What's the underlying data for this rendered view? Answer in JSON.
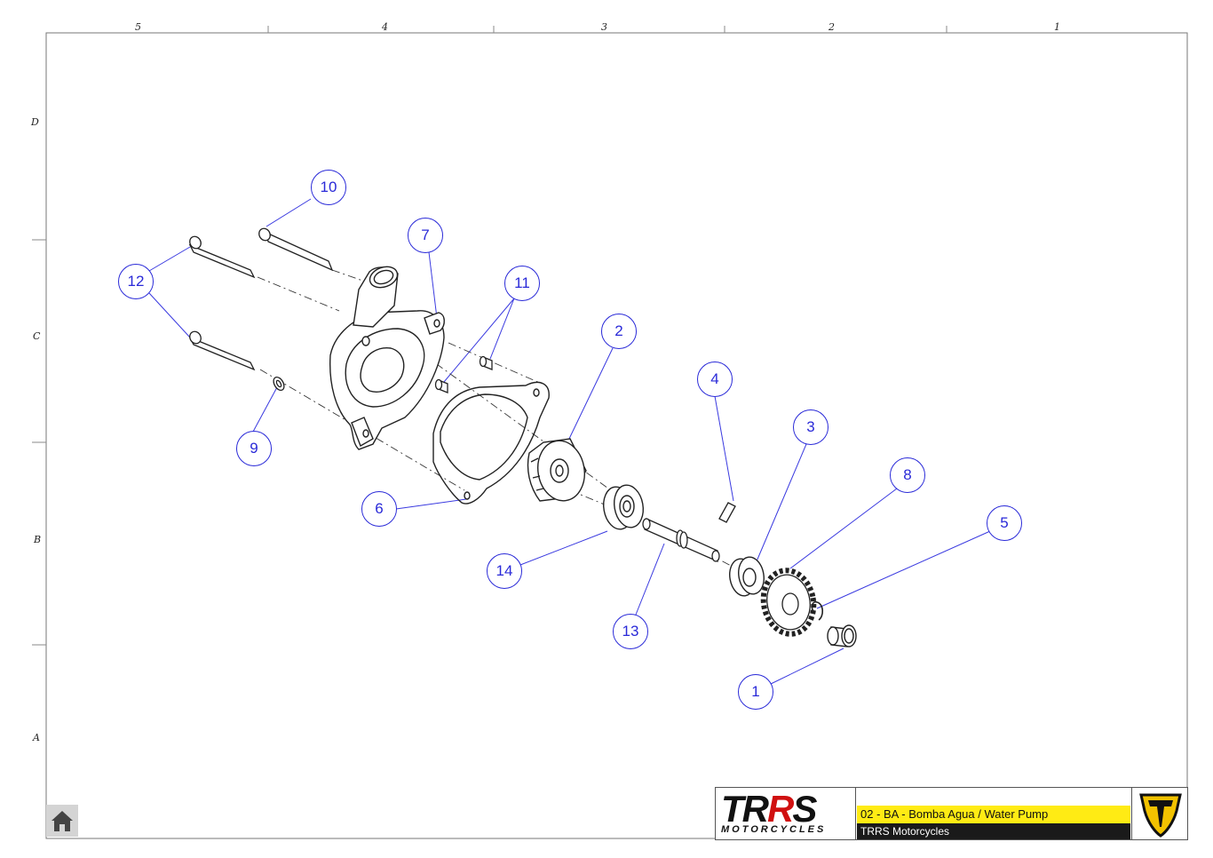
{
  "grid": {
    "columns": [
      "5",
      "4",
      "3",
      "2",
      "1"
    ],
    "rows": [
      "D",
      "C",
      "B",
      "A"
    ]
  },
  "callouts": [
    "1",
    "2",
    "3",
    "4",
    "5",
    "6",
    "7",
    "8",
    "9",
    "10",
    "11",
    "12",
    "13",
    "14"
  ],
  "title_block": {
    "logo_main": "TRRS",
    "logo_sub": "MOTORCYCLES",
    "title": "02 - BA - Bomba Agua / Water Pump",
    "company": "TRRS Motorcycles"
  },
  "icons": {
    "home": "home-icon",
    "emblem": "trrs-shield-emblem-icon"
  },
  "colors": {
    "callout": "#2a2ad8",
    "title_bar": "#ffeb14",
    "company_bar": "#1a1a1a",
    "emblem_gold": "#f2c200"
  }
}
